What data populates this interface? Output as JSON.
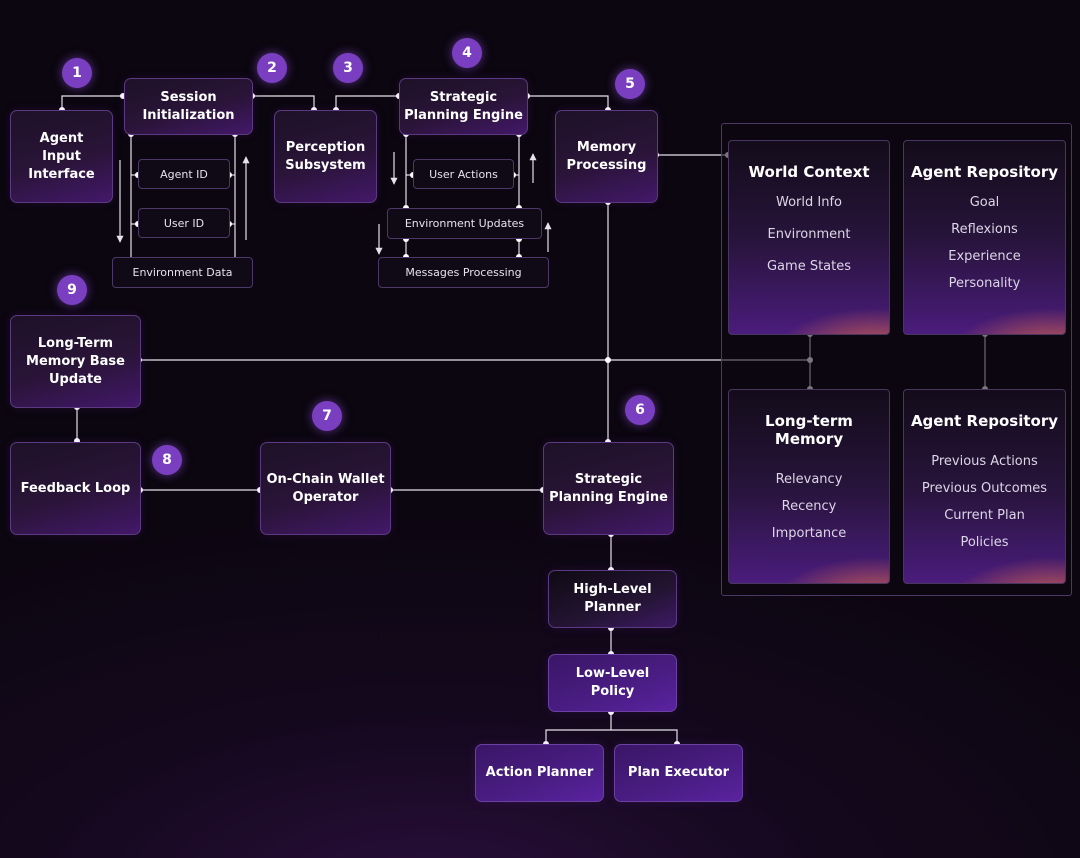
{
  "colors": {
    "background": "#0b060f",
    "accent": "#7a3fc0",
    "line": "#e6e1ea"
  },
  "badges": [
    "1",
    "2",
    "3",
    "4",
    "5",
    "6",
    "7",
    "8",
    "9"
  ],
  "nodes": {
    "agent_input": "Agent\nInput\nInterface",
    "session_init": "Session\nInitialization",
    "perception": "Perception\nSubsystem",
    "strategic_top": "Strategic\nPlanning Engine",
    "memory_processing": "Memory\nProcessing",
    "long_term_update": "Long-Term\nMemory Base\nUpdate",
    "feedback_loop": "Feedback Loop",
    "wallet_operator": "On-Chain Wallet\nOperator",
    "strategic_bottom": "Strategic\nPlanning Engine",
    "high_level_planner": "High-Level\nPlanner",
    "low_level_policy": "Low-Level\nPolicy",
    "action_planner": "Action Planner",
    "plan_executor": "Plan Executor"
  },
  "session_items": [
    "Agent ID",
    "User ID",
    "Environment Data"
  ],
  "strategic_items": [
    "User Actions",
    "Environment Updates",
    "Messages Processing"
  ],
  "cards": [
    {
      "title": "World Context",
      "items": [
        "World Info",
        "Environment",
        "Game States"
      ]
    },
    {
      "title": "Agent Repository",
      "items": [
        "Goal",
        "Reflexions",
        "Experience",
        "Personality"
      ]
    },
    {
      "title": "Long-term Memory",
      "items": [
        "Relevancy",
        "Recency",
        "Importance"
      ]
    },
    {
      "title": "Agent Repository",
      "items": [
        "Previous Actions",
        "Previous Outcomes",
        "Current Plan",
        "Policies"
      ]
    }
  ]
}
